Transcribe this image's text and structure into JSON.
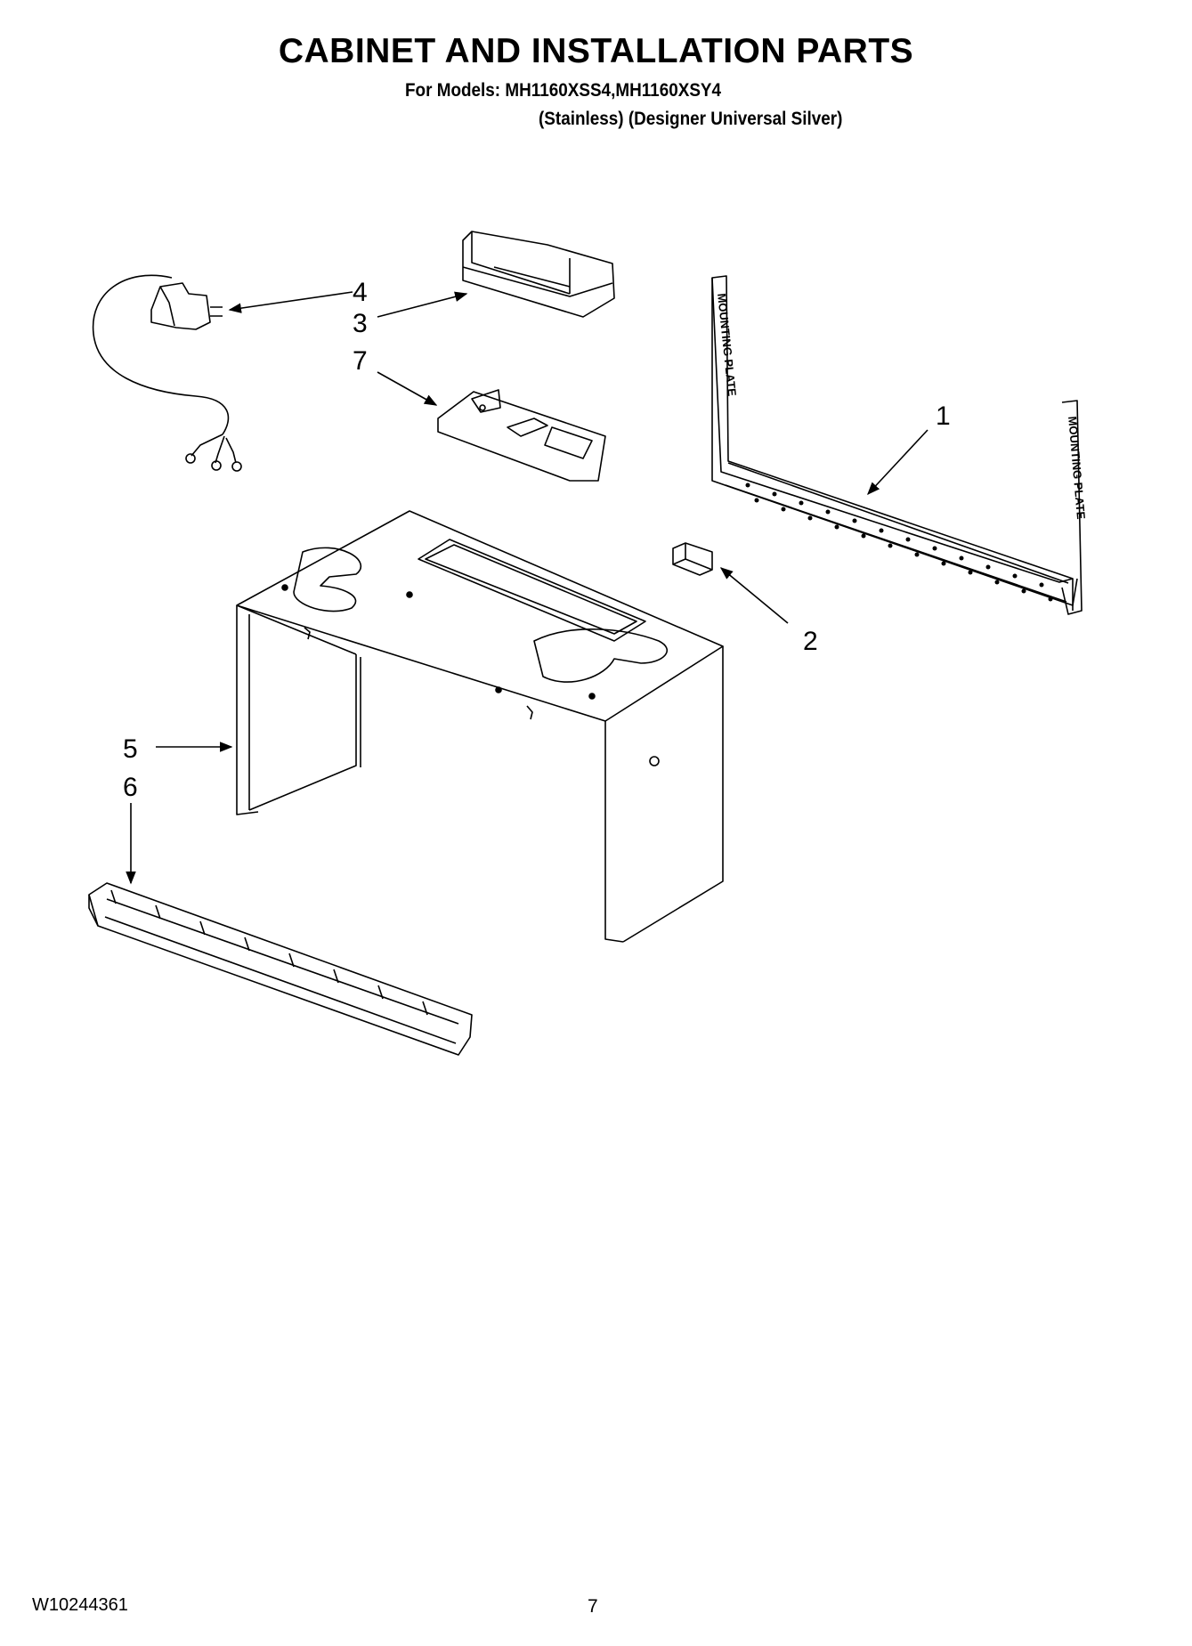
{
  "header": {
    "title": "CABINET AND INSTALLATION PARTS",
    "models_line": "For Models: MH1160XSS4,MH1160XSY4",
    "variants_line": "(Stainless)   (Designer Universal Silver)"
  },
  "callouts": [
    "1",
    "2",
    "3",
    "4",
    "5",
    "6",
    "7"
  ],
  "plate_label": "MOUNTING PLATE",
  "footer": {
    "doc_number": "W10244361",
    "page_number": "7"
  }
}
